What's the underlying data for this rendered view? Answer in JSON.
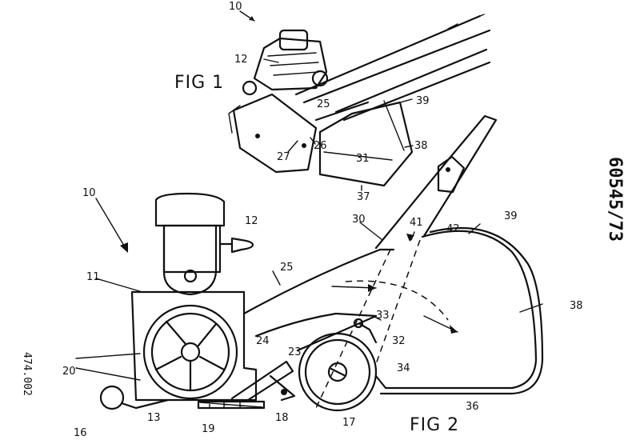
{
  "figures": {
    "fig1": "FIG 1",
    "fig2": "FIG 2"
  },
  "side_text": {
    "patent_number": "60545/73",
    "application_number": "474.002"
  },
  "fig1_refs": [
    "10",
    "12",
    "25",
    "39",
    "26",
    "27",
    "38",
    "31",
    "37"
  ],
  "fig2_refs": [
    "10",
    "12",
    "11",
    "25",
    "30",
    "41",
    "42",
    "39",
    "38",
    "20",
    "24",
    "23",
    "33",
    "32",
    "34",
    "16",
    "13",
    "19",
    "18",
    "17",
    "36"
  ]
}
